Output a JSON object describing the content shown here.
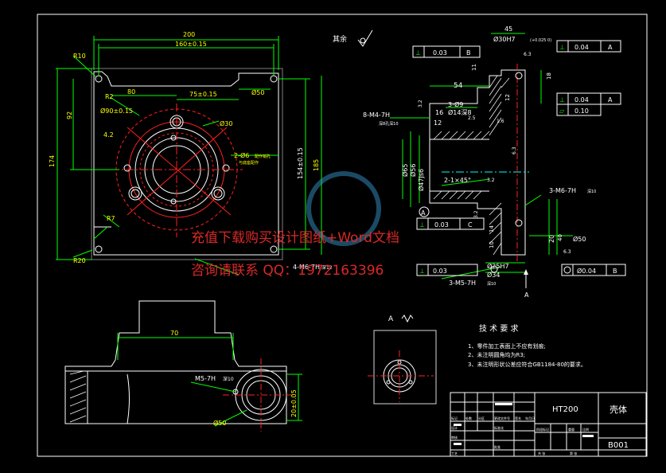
{
  "frame": {
    "border_color": "#ffffff",
    "background": "#000000"
  },
  "top_view": {
    "dims": {
      "overall_width": "200",
      "hole_spacing": "160±0.15",
      "r10": "R10",
      "r2": "R2",
      "d80": "80",
      "d75": "75±0.15",
      "d50": "Ø50",
      "phi90": "Ø90±0.15",
      "phi30": "Ø30",
      "d42": "4.2",
      "two_holes": "2-Ø6",
      "two_holes_note": "配作销孔",
      "two_holes_note2": "与底座配作",
      "r7": "R7",
      "r20": "R20",
      "tapped": "4-M6-7H",
      "tapped_depth": "深12",
      "left_92": "92",
      "left_174": "174",
      "right_154": "154±0.15",
      "right_185": "185"
    }
  },
  "section_view": {
    "dims": {
      "top_45": "45",
      "bore": "Ø30H7",
      "bore_tol": "(+0.025 0)",
      "fcf1_val": "0.03",
      "fcf1_datum": "B",
      "fcf2_val": "0.04",
      "fcf2_datum": "A",
      "fcf3_val": "0.04",
      "fcf3_datum": "A",
      "fcf4_val": "0.10",
      "fcf5_val": "0.03",
      "fcf5_datum": "C",
      "fcf6_val": "0.03",
      "fcf7_val": "Ø0.04",
      "fcf7_datum": "B",
      "d54": "54",
      "d11": "11",
      "d12": "12",
      "d18": "18",
      "d16": "16",
      "d14": "14",
      "d10": "10",
      "d20": "20",
      "d40": "40",
      "d10b": "10",
      "m4": "8-M4-7H",
      "m4_note": "深8孔深10",
      "holes3": "3-Ø9",
      "holes3b": "Ø14深8",
      "d65": "Ø65",
      "d56": "Ø56",
      "d47": "Ø47Js6",
      "chamfer": "2-1×45°",
      "m6": "3-M6-7H",
      "m6_depth": "深10",
      "phi50": "Ø50",
      "phi25": "Ø25H7",
      "phi34": "Ø34",
      "m5": "3-M5-7H",
      "m5_depth": "深10",
      "r32": "3.2",
      "r63": "6.3",
      "r16": "1.6",
      "r25": "2.5",
      "datum_a": "A",
      "view_a": "A",
      "rough_mark": "其余"
    }
  },
  "front_view": {
    "dims": {
      "d70": "70",
      "m5": "M5-7H",
      "m5_depth": "深10",
      "phi50": "Ø50",
      "h20": "20±0.05"
    }
  },
  "detail_a": {
    "label": "A"
  },
  "notes": {
    "title": "技 术 要 求",
    "items": [
      "1、零件加工表面上不应有划痕;",
      "2、未注明圆角均为R3;",
      "3、未注明形状公差应符合GB1184-80的要求。"
    ]
  },
  "title_block": {
    "material": "HT200",
    "part_name": "壳体",
    "drawing_no": "B001",
    "cells": [
      "标记",
      "处数",
      "分区",
      "更改文件号",
      "签名",
      "年月日",
      "设计",
      "标准化",
      "阶段标记",
      "重量",
      "比例",
      "审核",
      "工艺",
      "批准",
      "共 张",
      "第 张"
    ]
  },
  "watermark": {
    "line1": "充值下载购买设计图纸+Word文档",
    "line2": "咨询请联系 QQ：1972163396",
    "color": "#ff2020"
  }
}
